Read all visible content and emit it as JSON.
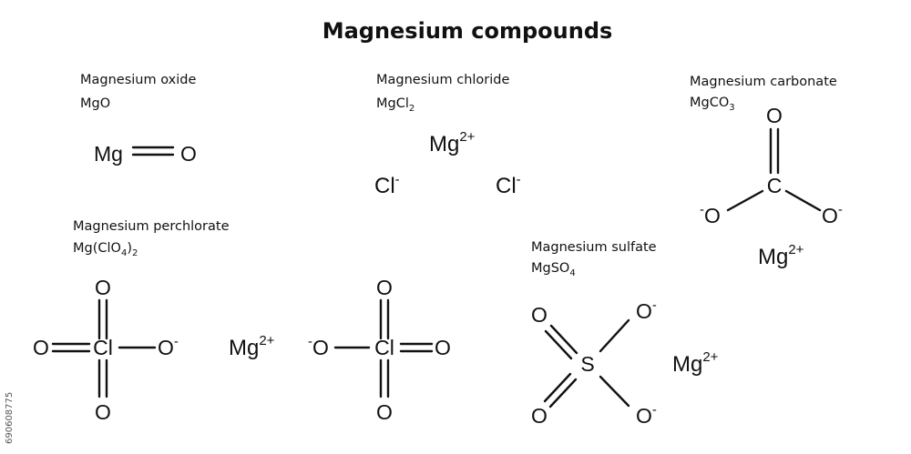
{
  "title": "Magnesium compounds",
  "compounds": {
    "oxide": {
      "name": "Magnesium oxide",
      "formula": "MgO",
      "atoms": {
        "mg": "Mg",
        "o": "O"
      }
    },
    "chloride": {
      "name": "Magnesium chloride",
      "formula_base": "MgCl",
      "formula_sub": "2",
      "cation": "Mg",
      "cation_charge": "2+",
      "anion_left": "Cl",
      "anion_left_charge": "-",
      "anion_right": "Cl",
      "anion_right_charge": "-"
    },
    "carbonate": {
      "name": "Magnesium carbonate",
      "formula_base": "MgCO",
      "formula_sub": "3",
      "atoms": {
        "c": "C",
        "o_top": "O",
        "o_left_charge": "-",
        "o_left": "O",
        "o_right": "O",
        "o_right_charge": "-"
      },
      "cation": "Mg",
      "cation_charge": "2+"
    },
    "perchlorate": {
      "name": "Magnesium perchlorate",
      "formula_a": "Mg(ClO",
      "formula_sub1": "4",
      "formula_b": ")",
      "formula_sub2": "2",
      "left": {
        "cl": "Cl",
        "o_top": "O",
        "o_bottom": "O",
        "o_left": "O",
        "o_right": "O",
        "o_right_charge": "-"
      },
      "right": {
        "cl": "Cl",
        "o_top": "O",
        "o_bottom": "O",
        "o_right": "O",
        "o_left": "O",
        "o_left_charge": "-"
      },
      "cation": "Mg",
      "cation_charge": "2+"
    },
    "sulfate": {
      "name": "Magnesium sulfate",
      "formula_base": "MgSO",
      "formula_sub": "4",
      "atoms": {
        "s": "S",
        "o_ul": "O",
        "o_ll": "O",
        "o_ur": "O",
        "o_ur_charge": "-",
        "o_lr": "O",
        "o_lr_charge": "-"
      },
      "cation": "Mg",
      "cation_charge": "2+"
    }
  },
  "watermark": "690608775"
}
